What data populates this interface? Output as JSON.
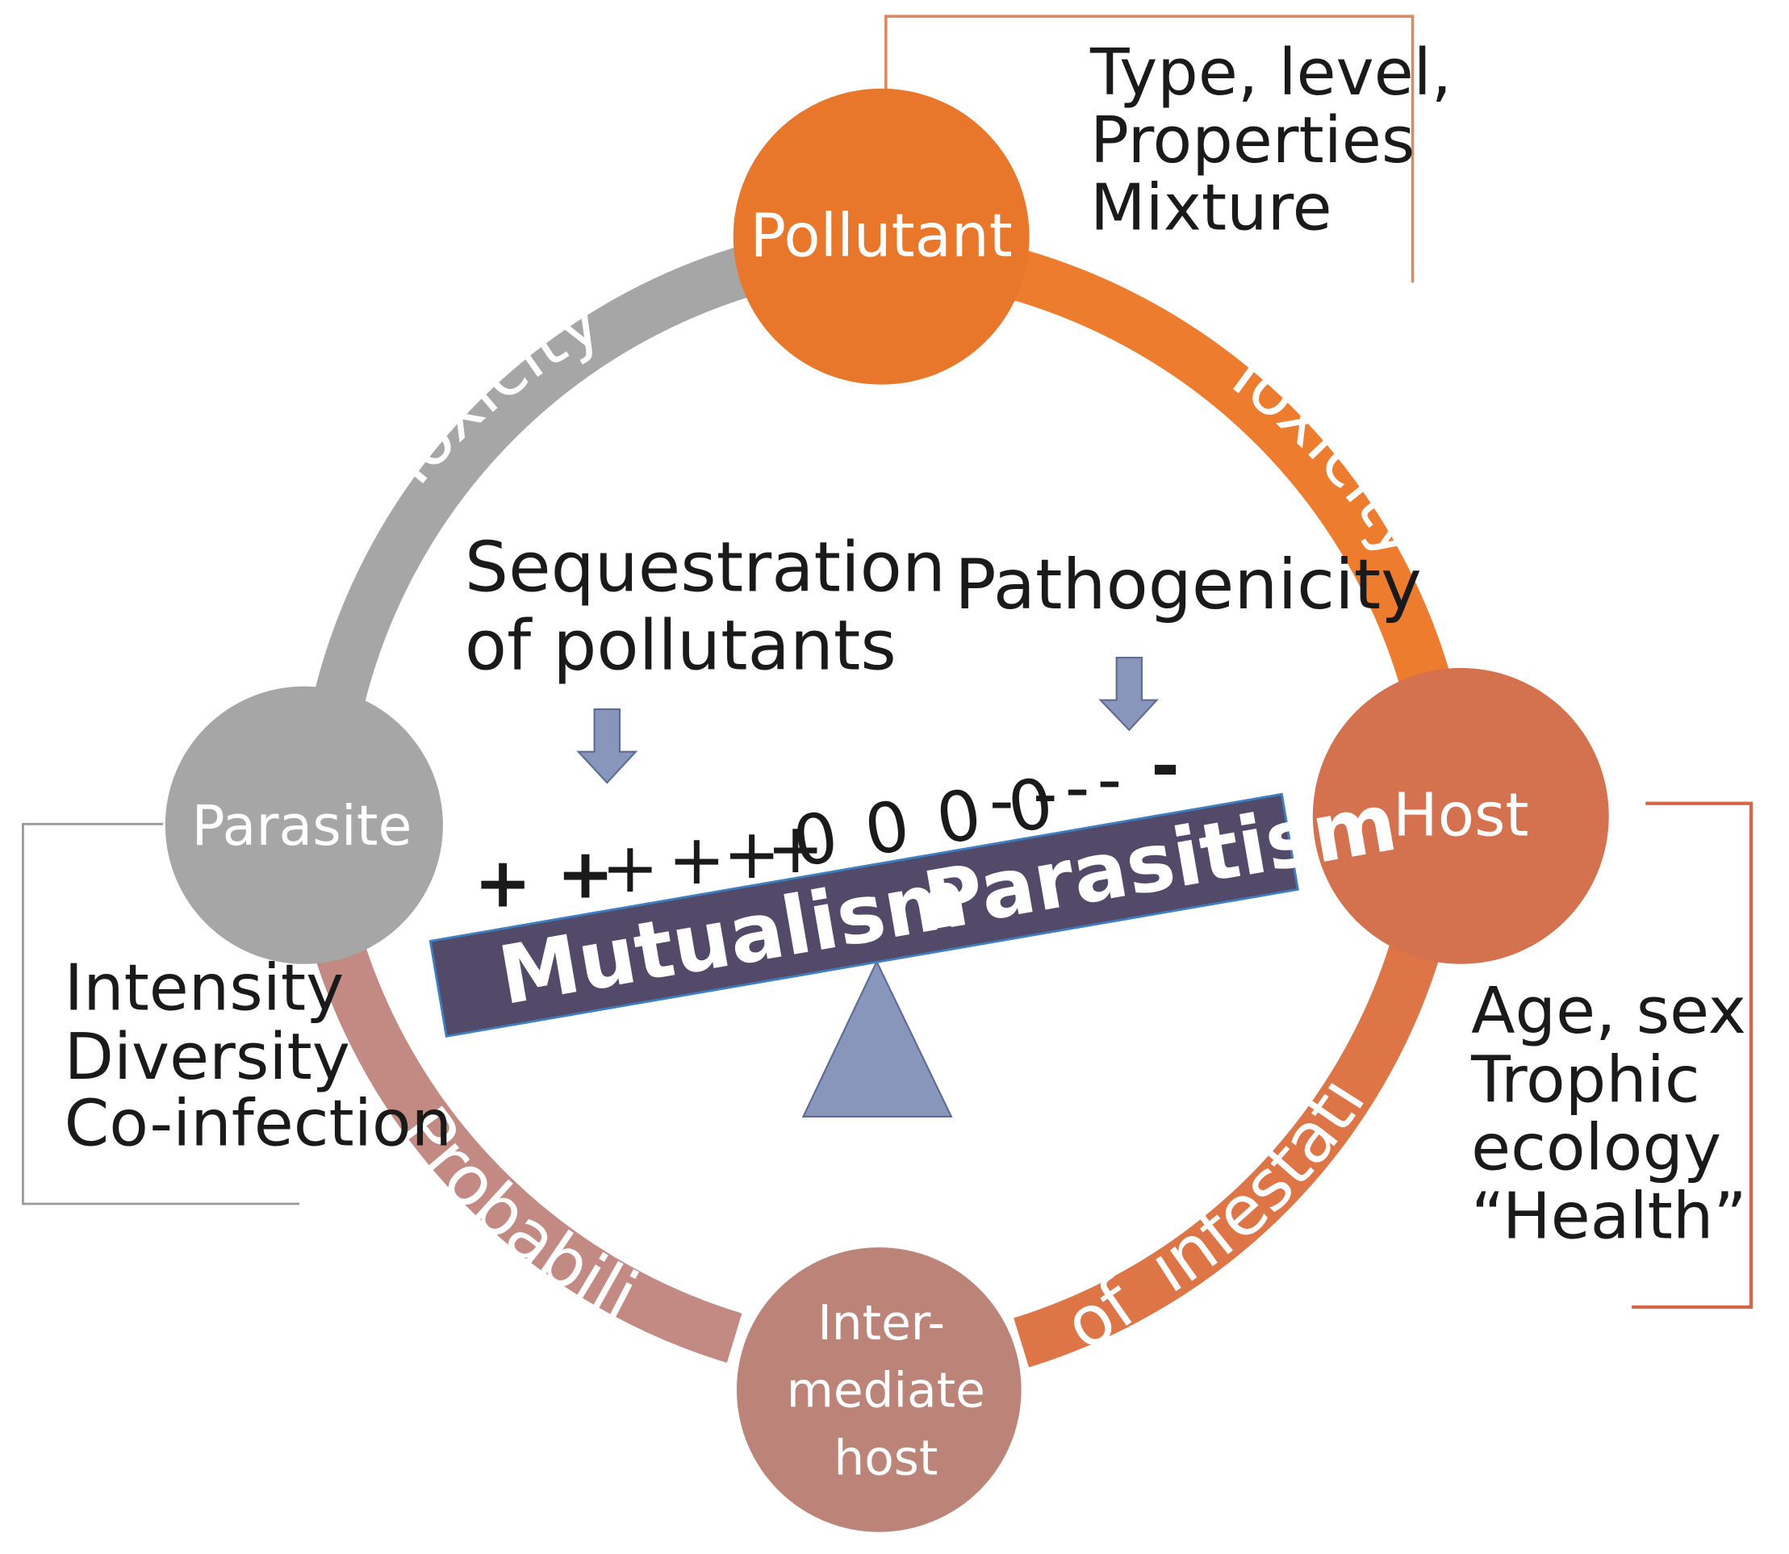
{
  "nodes": {
    "pollutant": {
      "label": "Pollutant",
      "color": "#E8762B"
    },
    "host": {
      "label": "Host",
      "color": "#D4714F"
    },
    "intermediate_host": {
      "lines": [
        "Inter-",
        "mediate",
        "host"
      ],
      "color": "#BC8478"
    },
    "parasite": {
      "label": "Parasite",
      "color": "#A6A6A6"
    }
  },
  "arcs": {
    "pollutant_host": {
      "label": "Toxicity",
      "color": "#EE7C2E"
    },
    "parasite_pollutant": {
      "label": "Toxicity",
      "color": "#A6A6A6"
    },
    "parasite_intermediate": {
      "label": "Probability",
      "color": "#C28A82"
    },
    "intermediate_host": {
      "label_of": "of",
      "label_infestation": "infestation",
      "color": "#DE7547"
    }
  },
  "pollutant_notes": [
    "Type, level,",
    "Properties",
    "Mixture"
  ],
  "host_notes": [
    "Age, sex",
    "Trophic",
    "ecology",
    "“Health”"
  ],
  "parasite_notes": [
    "Intensity",
    "Diversity",
    "Co-infection"
  ],
  "sequestration": {
    "line1": "Sequestration",
    "line2": "of pollutants"
  },
  "pathogenicity": "Pathogenicity",
  "balance": {
    "mutualism": "Mutualism",
    "parasitism": "Parasitism",
    "beam_color": "#524A68",
    "fulcrum_color": "#8996BB",
    "arrow_color": "#8996BB"
  },
  "scale_marks": {
    "plus": [
      "+",
      "+",
      "+",
      "+",
      "+",
      "+",
      "+"
    ],
    "zeros": "0 0 0 0",
    "dashes": [
      "-",
      "-",
      "-",
      "-",
      "-"
    ]
  }
}
